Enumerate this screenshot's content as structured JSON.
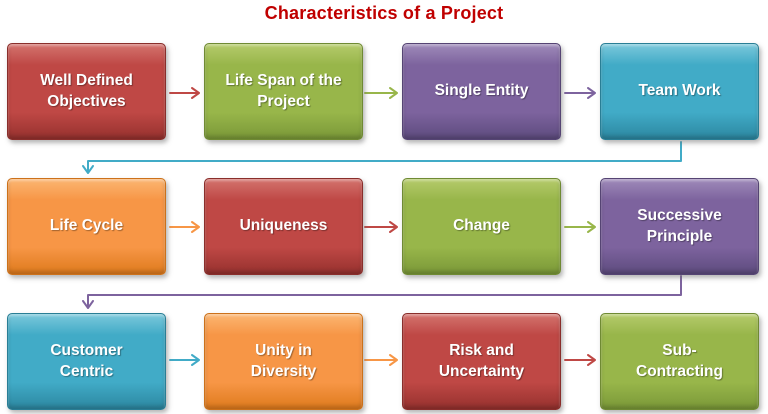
{
  "title": {
    "text": "Characteristics of a Project"
  },
  "palette": {
    "title-color": "#C00000",
    "red-top": "#D4736E",
    "red-mid": "#BF4845",
    "red-bot": "#96312E",
    "red-bord": "#892E2B",
    "green-top": "#B5CB6B",
    "green-mid": "#98B64A",
    "green-bot": "#7A9838",
    "green-bord": "#6F8A33",
    "purple-top": "#9F8BBA",
    "purple-mid": "#7D639E",
    "purple-bot": "#5D4B7E",
    "purple-bord": "#554473",
    "teal-top": "#7BC8DB",
    "teal-mid": "#41ABC7",
    "teal-bot": "#2C87A0",
    "teal-bord": "#297E95",
    "orange-top": "#FBB672",
    "orange-mid": "#F79646",
    "orange-bot": "#DE7A1C",
    "orange-bord": "#CC711A"
  },
  "rows": [
    {
      "boxes": [
        {
          "label": "Well Defined\nObjectives",
          "color": "red"
        },
        {
          "label": "Life Span of the\nProject",
          "color": "green"
        },
        {
          "label": "Single Entity",
          "color": "purple"
        },
        {
          "label": "Team Work",
          "color": "teal"
        }
      ]
    },
    {
      "boxes": [
        {
          "label": "Life Cycle",
          "color": "orange"
        },
        {
          "label": "Uniqueness",
          "color": "red"
        },
        {
          "label": "Change",
          "color": "green"
        },
        {
          "label": "Successive\nPrinciple",
          "color": "purple"
        }
      ]
    },
    {
      "boxes": [
        {
          "label": "Customer\nCentric",
          "color": "teal"
        },
        {
          "label": "Unity in\nDiversity",
          "color": "orange"
        },
        {
          "label": "Risk and\nUncertainty",
          "color": "red"
        },
        {
          "label": "Sub-\nContracting",
          "color": "green"
        }
      ]
    }
  ],
  "connectors": {
    "row1_wrap": {
      "from": "Team Work",
      "to": "Life Cycle",
      "color": "teal"
    },
    "row2_wrap": {
      "from": "Successive Principle",
      "to": "Customer Centric",
      "color": "purple"
    }
  }
}
